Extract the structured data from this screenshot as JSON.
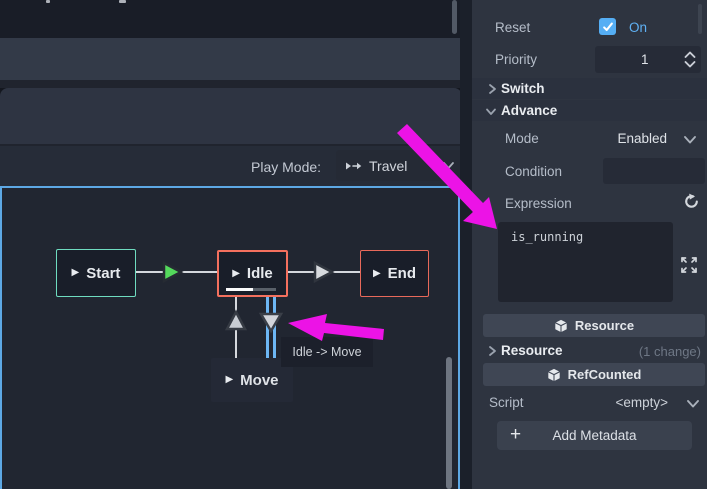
{
  "colors": {
    "accent_blue": "#5fb1f4",
    "selection_blue": "#6db7f5",
    "annotation_magenta": "#ec13e6",
    "node_start_teal": "#6fdcc0",
    "node_salmon": "#f4705e",
    "transition_green": "#54d95c",
    "graph_focus_border": "#5da8e4"
  },
  "icons": {
    "play": "▶",
    "add": "+"
  },
  "left": {
    "toolbar": {
      "play_mode_label": "Play Mode:",
      "play_mode_value": "Travel"
    },
    "graph": {
      "nodes": [
        {
          "label": "Start"
        },
        {
          "label": "Idle"
        },
        {
          "label": "End"
        },
        {
          "label": "Move"
        }
      ],
      "tooltip": "Idle -> Move"
    }
  },
  "inspector": {
    "reset": {
      "label": "Reset",
      "value": "On",
      "checked": true
    },
    "priority": {
      "label": "Priority",
      "value": "1"
    },
    "switch_section": {
      "label": "Switch"
    },
    "advance_section": {
      "label": "Advance"
    },
    "mode": {
      "label": "Mode",
      "value": "Enabled"
    },
    "condition": {
      "label": "Condition",
      "value": ""
    },
    "expression": {
      "label": "Expression",
      "value": "is_running"
    },
    "resource_button": {
      "label": "Resource"
    },
    "resource_section": {
      "label": "Resource",
      "badge": "(1 change)"
    },
    "refcounted_button": {
      "label": "RefCounted"
    },
    "script": {
      "label": "Script",
      "value": "<empty>"
    },
    "add_metadata": {
      "label": "Add Metadata"
    }
  }
}
